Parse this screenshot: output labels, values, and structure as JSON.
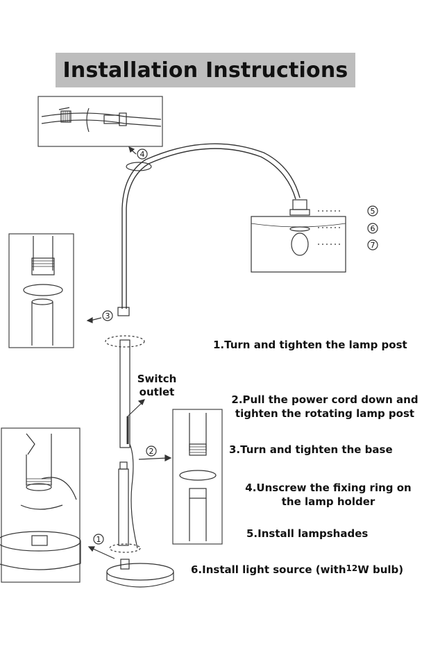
{
  "title": "Installation Instructions",
  "steps": [
    {
      "text": "1.Turn and tighten the lamp post"
    },
    {
      "line1": "2.Pull the power cord down and",
      "line2": "tighten the rotating lamp post"
    },
    {
      "text": "3.Turn and tighten the base"
    },
    {
      "line1": "4.Unscrew the fixing ring on",
      "line2": "the lamp holder"
    },
    {
      "text": "5.Install lampshades"
    },
    {
      "prefix": "6.Install light source (with",
      "bulb": "12",
      "suffix": "W bulb)"
    }
  ],
  "switch_label": {
    "line1": "Switch",
    "line2": "outlet"
  },
  "callouts": [
    "1",
    "2",
    "3",
    "4",
    "5",
    "6",
    "7"
  ]
}
